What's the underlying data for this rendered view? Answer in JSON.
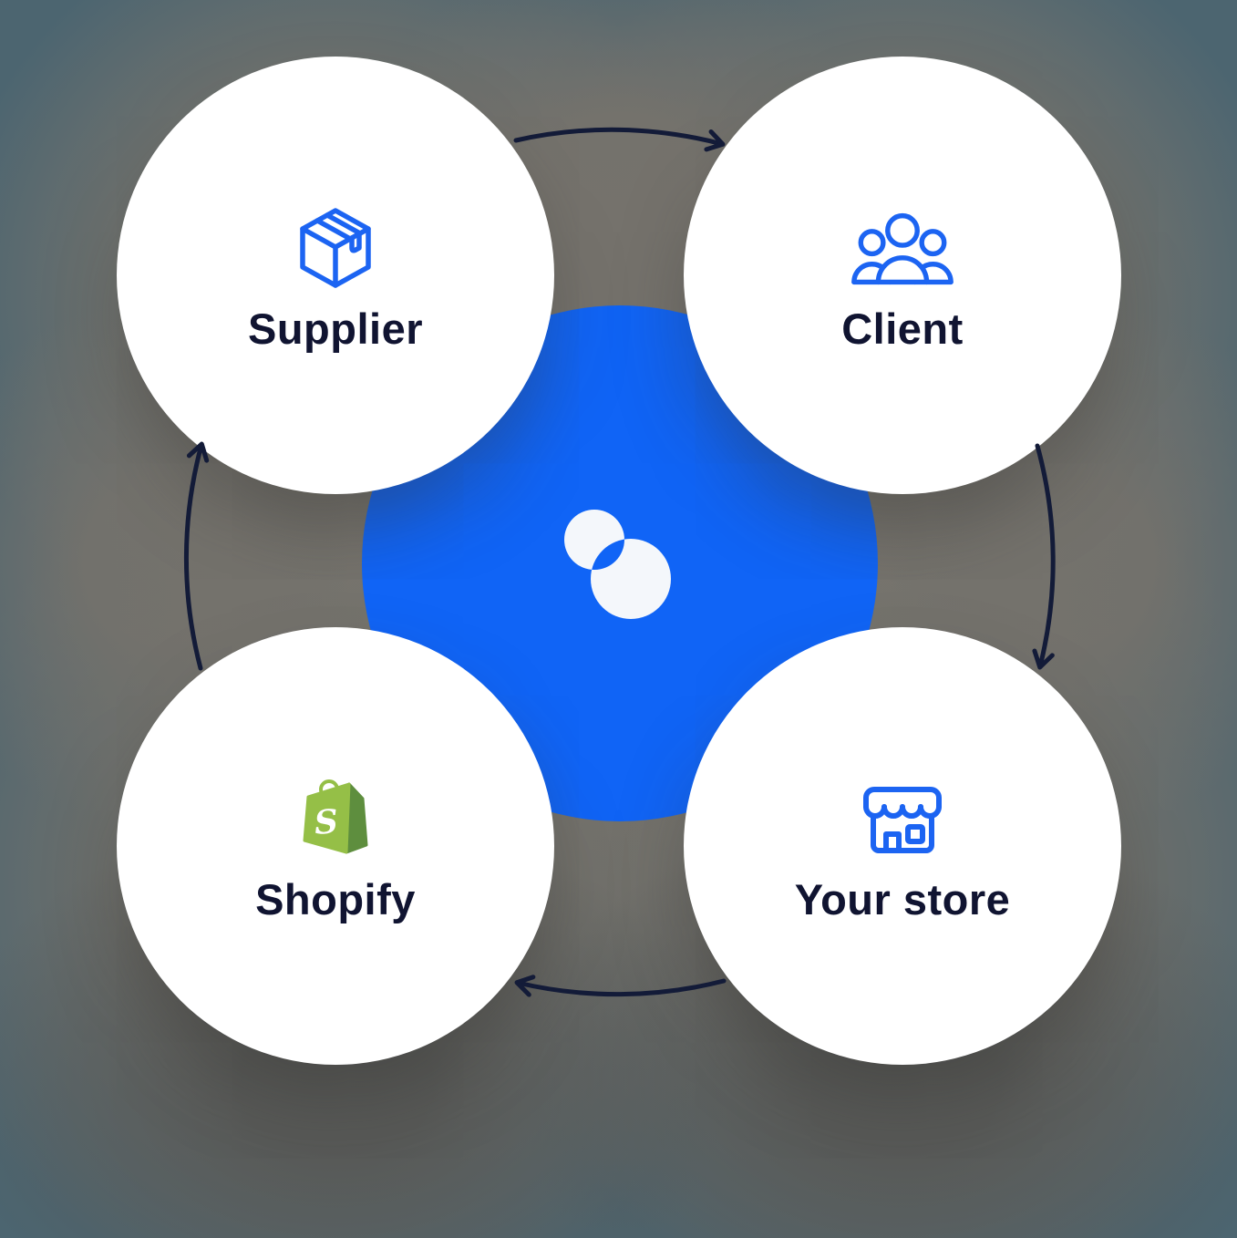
{
  "diagram": {
    "name": "dropshipping-cycle",
    "nodes": [
      {
        "id": "supplier",
        "label": "Supplier",
        "icon": "package-box-icon"
      },
      {
        "id": "client",
        "label": "Client",
        "icon": "people-group-icon"
      },
      {
        "id": "shopify",
        "label": "Shopify",
        "icon": "shopify-bag-logo"
      },
      {
        "id": "your_store",
        "label": "Your store",
        "icon": "storefront-icon"
      }
    ],
    "center": {
      "logo": "overlapping-circles-logo"
    },
    "flow_arrows": [
      {
        "from": "supplier",
        "to": "client",
        "position": "top",
        "direction": "clockwise"
      },
      {
        "from": "client",
        "to": "your_store",
        "position": "right",
        "direction": "clockwise"
      },
      {
        "from": "your_store",
        "to": "shopify",
        "position": "bottom",
        "direction": "clockwise"
      },
      {
        "from": "shopify",
        "to": "supplier",
        "position": "left",
        "direction": "clockwise"
      }
    ]
  },
  "colors": {
    "background_slate": "#4C6570",
    "shadow_gray": "#77746D",
    "node_fill": "#FFFFFF",
    "label_text": "#101431",
    "icon_blue": "#1C64F2",
    "center_blue": "#1064F6",
    "arrow_navy": "#131B38",
    "shopify_green": "#95BF47",
    "shopify_green_dark": "#5E8E3E"
  }
}
